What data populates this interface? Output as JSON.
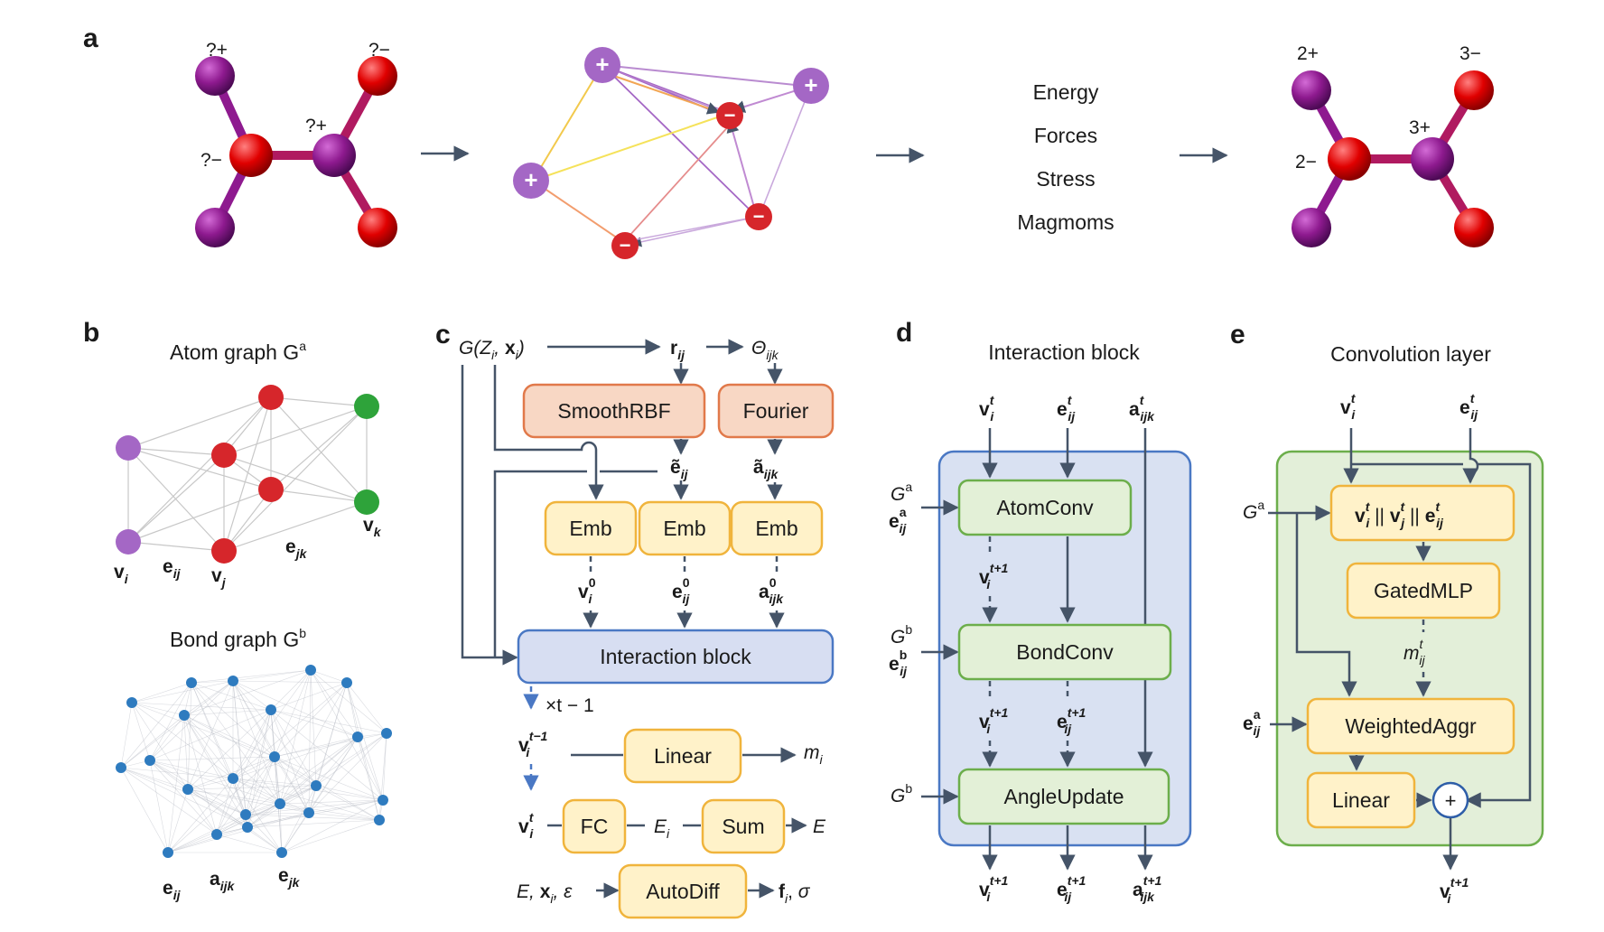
{
  "panels": {
    "a": "a",
    "b": "b",
    "c": "c",
    "d": "d",
    "e": "e"
  },
  "colors": {
    "arrow": "#455468",
    "atom_purple": "#8e1a8f",
    "atom_red": "#e00000",
    "node_purple": "#a467c5",
    "node_red": "#d6262b",
    "node_green": "#2ea33a",
    "node_blue": "#2e7bbf",
    "smooth_fill": "#f8d7c4",
    "smooth_stroke": "#e1794a",
    "emb_fill": "#fff2c9",
    "emb_stroke": "#f0b43c",
    "inter_fill": "#d7def2",
    "inter_stroke": "#4a78c4",
    "conv_fill": "#e3f0d7",
    "conv_stroke": "#6cae4b",
    "panel_d_fill": "#d9e1f2",
    "panel_d_stroke": "#4a78c4",
    "panel_e_fill": "#e3efd9",
    "panel_e_stroke": "#6cae4b"
  },
  "panel_a": {
    "charges_unknown": [
      "?+",
      "?−",
      "?+",
      "?−"
    ],
    "graph_signs": [
      "+",
      "+",
      "+",
      "−",
      "−",
      "−"
    ],
    "outputs": [
      "Energy",
      "Forces",
      "Stress",
      "Magmoms"
    ],
    "charges_known": [
      "2+",
      "3−",
      "3+",
      "2−"
    ]
  },
  "panel_b": {
    "atom_graph_title": "Atom graph G",
    "atom_graph_sup": "a",
    "bond_graph_title": "Bond graph G",
    "bond_graph_sup": "b",
    "labels": {
      "v": "v",
      "e": "e",
      "a": "a",
      "i": "i",
      "j": "j",
      "k": "k",
      "ij": "ij",
      "jk": "jk",
      "ijk": "ijk"
    }
  },
  "panel_c": {
    "input_label": "G(Z",
    "input_x": "x",
    "r": "r",
    "theta": "Θ",
    "smooth_rbf": "SmoothRBF",
    "fourier": "Fourier",
    "emb": "Emb",
    "e_tilde": "ẽ",
    "a_tilde": "ã",
    "zero": "0",
    "interaction_block": "Interaction block",
    "times": "×t − 1",
    "linear": "Linear",
    "m": "m",
    "fc": "FC",
    "sum": "Sum",
    "E": "E",
    "autodiff": "AutoDiff",
    "autodiff_in_eps": "ε",
    "f": "f",
    "sigma": "σ",
    "t": "t",
    "t_minus": "t−1"
  },
  "panel_d": {
    "title": "Interaction block",
    "atom_conv": "AtomConv",
    "bond_conv": "BondConv",
    "angle_update": "AngleUpdate",
    "G": "G",
    "sup_a": "a",
    "sup_b": "b",
    "t": "t",
    "t1": "t+1"
  },
  "panel_e": {
    "title": "Convolution layer",
    "concat": "||",
    "gated_mlp": "GatedMLP",
    "weighted_aggr": "WeightedAggr",
    "linear": "Linear",
    "plus": "+",
    "m": "m"
  }
}
